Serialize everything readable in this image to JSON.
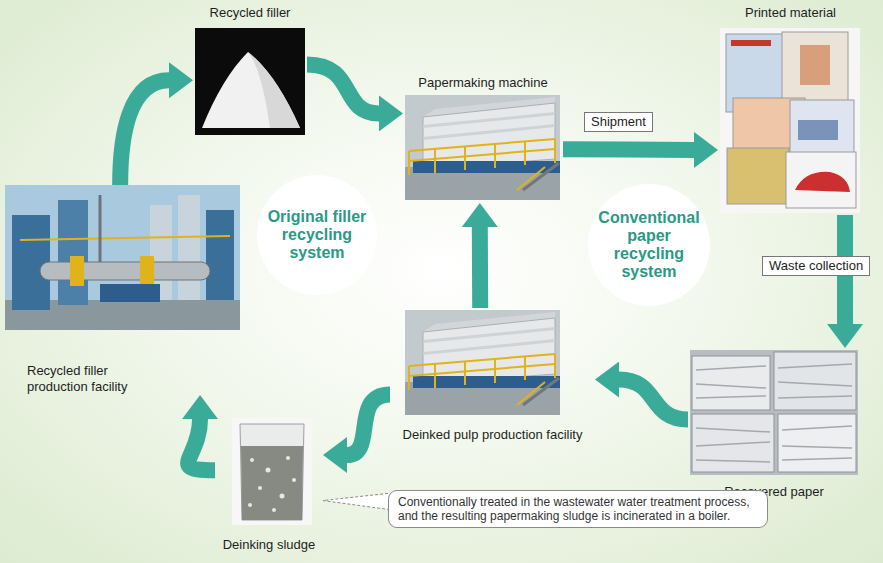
{
  "diagram": {
    "nodes": [
      {
        "text": [
          "Recycled filler"
        ]
      },
      {
        "text": [
          "Papermaking machine"
        ]
      },
      {
        "text": [
          "Printed material"
        ]
      },
      {
        "text": [
          "Original filler recycling system"
        ]
      },
      {
        "text": [
          "Conventional paper recycling system"
        ]
      },
      {
        "text": [
          "Recycled filler production facility"
        ]
      },
      {
        "text": [
          "Deinked pulp production facility"
        ]
      },
      {
        "text": [
          "Recovered paper"
        ]
      },
      {
        "text": [
          "Deinking sludge"
        ]
      },
      {
        "text": [
          "Conventionally treated in the wastewater water treatment process, and the resulting papermaking sludge is incinerated in a boiler."
        ]
      }
    ],
    "edges": [
      {
        "from": 0,
        "to": 1,
        "arrow": "to"
      },
      {
        "from": 1,
        "to": 2,
        "label": "Shipment",
        "arrow": "to"
      },
      {
        "from": 2,
        "to": 7,
        "label": "Waste collection",
        "arrow": "to"
      },
      {
        "from": 7,
        "to": 6,
        "arrow": "to"
      },
      {
        "from": 6,
        "to": 1,
        "arrow": "to"
      },
      {
        "from": 6,
        "to": 8,
        "arrow": "to"
      },
      {
        "from": 8,
        "to": 5,
        "arrow": "to"
      },
      {
        "from": 5,
        "to": 0,
        "arrow": "to"
      },
      {
        "from": 9,
        "to": 8,
        "arrow": "none"
      }
    ]
  }
}
